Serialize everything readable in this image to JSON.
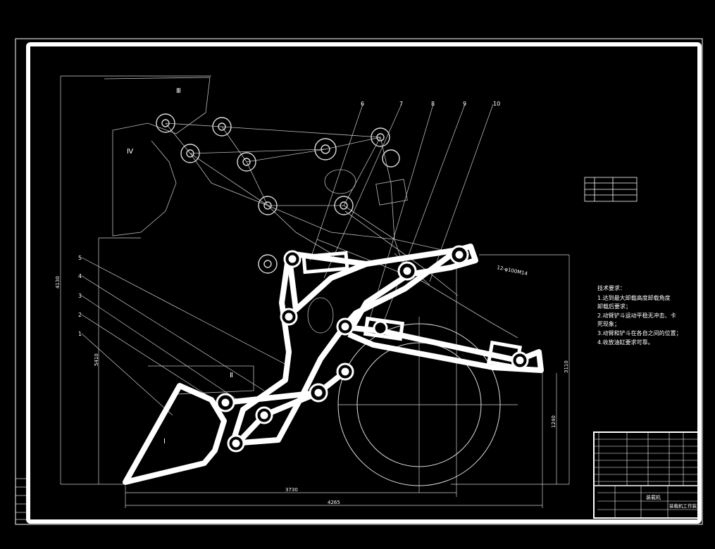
{
  "colors": {
    "background": "#000000",
    "line": "#ffffff",
    "thin": "#bfbfbf"
  },
  "callouts": [
    "6",
    "7",
    "8",
    "9",
    "10",
    "5",
    "4",
    "3",
    "2",
    "1"
  ],
  "zone_labels": {
    "z1": "Ⅰ",
    "z2": "Ⅱ",
    "z3": "Ⅲ",
    "z4": "Ⅳ"
  },
  "dimensions": {
    "d_height": "4130",
    "d_lower": "5410",
    "d_width1": "3730",
    "d_width2": "4265",
    "d_right1": "3110",
    "d_right2": "1240",
    "d_angle": "12-φ100M14"
  },
  "tech_requirements": {
    "title": "技术要求：",
    "items": [
      "1.达到最大卸载高度卸载角度",
      "卸载后要求；",
      "2.动臂铲斗运动平稳无冲击、卡",
      "死现象；",
      "3.动臂和铲斗在各自之间的位置；",
      "4.收放油缸要求可靠。"
    ]
  },
  "title_block": {
    "drawing_name": "装载机",
    "subtitle": "装载机工作装置"
  }
}
